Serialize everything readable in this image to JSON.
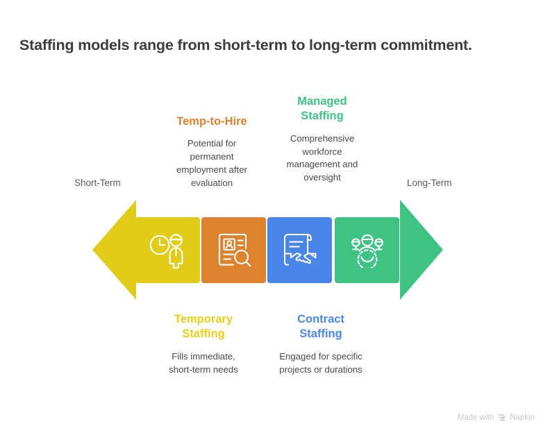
{
  "title": "Staffing models range from short-term to long-term commitment.",
  "axis": {
    "left_label": "Short-Term",
    "right_label": "Long-Term",
    "left_arrow_color": "#E0CC19",
    "right_arrow_color": "#41C285"
  },
  "stages": [
    {
      "id": "temporary-staffing",
      "title": "Temporary\nStaffing",
      "title_line1": "Temporary",
      "title_line2": "Staffing",
      "description": "Fills immediate,\nshort-term needs",
      "desc_line1": "Fills immediate,",
      "desc_line2": "short-term needs",
      "color": "#E0CC19",
      "label_color": "#E8CE17",
      "icon": "clock-person-icon",
      "position": "below"
    },
    {
      "id": "temp-to-hire",
      "title": "Temp-to-Hire",
      "description": "Potential for permanent employment after evaluation",
      "desc_line1": "Potential for",
      "desc_line2": "permanent",
      "desc_line3": "employment after",
      "desc_line4": "evaluation",
      "color": "#DD822F",
      "label_color": "#DD822F",
      "icon": "resume-search-icon",
      "position": "above"
    },
    {
      "id": "contract-staffing",
      "title": "Contract\nStaffing",
      "title_line1": "Contract",
      "title_line2": "Staffing",
      "description": "Engaged for specific\nprojects or durations",
      "desc_line1": "Engaged for specific",
      "desc_line2": "projects or durations",
      "color": "#4A86E8",
      "label_color": "#4A86E8",
      "icon": "contract-handshake-icon",
      "position": "below"
    },
    {
      "id": "managed-staffing",
      "title": "Managed\nStaffing",
      "title_line1": "Managed",
      "title_line2": "Staffing",
      "description": "Comprehensive workforce management and oversight",
      "desc_line1": "Comprehensive",
      "desc_line2": "workforce",
      "desc_line3": "management and",
      "desc_line4": "oversight",
      "color": "#41C285",
      "label_color": "#41C285",
      "icon": "team-gear-icon",
      "position": "above"
    }
  ],
  "watermark": {
    "text_before": "Made with",
    "brand": "Napkin"
  }
}
